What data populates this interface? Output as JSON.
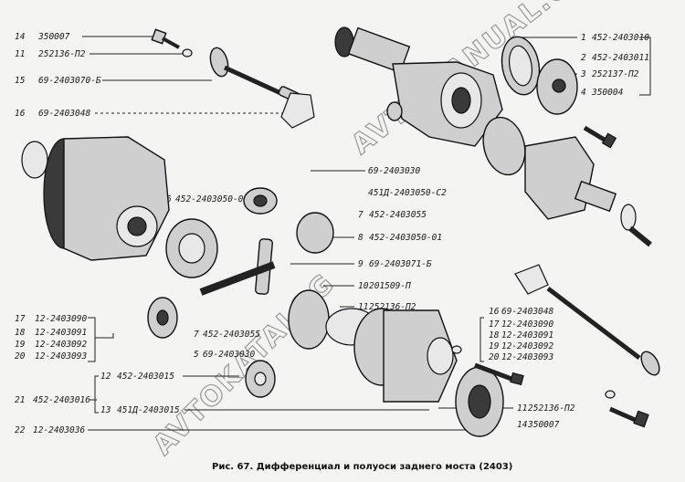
{
  "caption": "Рис. 67. Дифференциал и полуоси заднего моста (2403)",
  "watermark_lines": [
    "AVTOMANUAL.ONLINE",
    "AVTOKATALOG"
  ],
  "callouts_left": [
    {
      "num": "14",
      "code": "350007"
    },
    {
      "num": "11",
      "code": "252136-П2"
    },
    {
      "num": "15",
      "code": "69-2403070-Б"
    },
    {
      "num": "16",
      "code": "69-2403048"
    },
    {
      "num": "17",
      "code": "12-2403090"
    },
    {
      "num": "18",
      "code": "12-2403091"
    },
    {
      "num": "19",
      "code": "12-2403092"
    },
    {
      "num": "20",
      "code": "12-2403093"
    },
    {
      "num": "21",
      "code": "452-2403016"
    },
    {
      "num": "22",
      "code": "12-2403036"
    }
  ],
  "callouts_mid": [
    {
      "num": "12",
      "code": "452-2403015"
    },
    {
      "num": "13",
      "code": "451Д-2403015"
    },
    {
      "num": "6",
      "code": "452-2403050-01"
    },
    {
      "num": "7",
      "code": "452-2403055"
    },
    {
      "num": "5",
      "code": "69-2403030"
    }
  ],
  "callouts_right_top": [
    {
      "num": "1",
      "code": "452-2403010"
    },
    {
      "num": "2",
      "code": "452-2403011"
    },
    {
      "num": "3",
      "code": "252137-П2"
    },
    {
      "num": "4",
      "code": "350004"
    }
  ],
  "callouts_center": [
    {
      "num": "",
      "code": "69-2403030"
    },
    {
      "num": "",
      "code": "451Д-2403050-С2"
    },
    {
      "num": "7",
      "code": "452-2403055"
    },
    {
      "num": "8",
      "code": "452-2403050-01"
    },
    {
      "num": "9",
      "code": "69-2403071-Б"
    },
    {
      "num": "10",
      "code": "201509-П"
    },
    {
      "num": "11",
      "code": "252136-П2"
    }
  ],
  "callouts_right_bottom": [
    {
      "num": "16",
      "code": "69-2403048"
    },
    {
      "num": "17",
      "code": "12-2403090"
    },
    {
      "num": "18",
      "code": "12-2403091"
    },
    {
      "num": "19",
      "code": "12-2403092"
    },
    {
      "num": "20",
      "code": "12-2403093"
    },
    {
      "num": "11",
      "code": "252136-П2"
    },
    {
      "num": "14",
      "code": "350007"
    }
  ]
}
